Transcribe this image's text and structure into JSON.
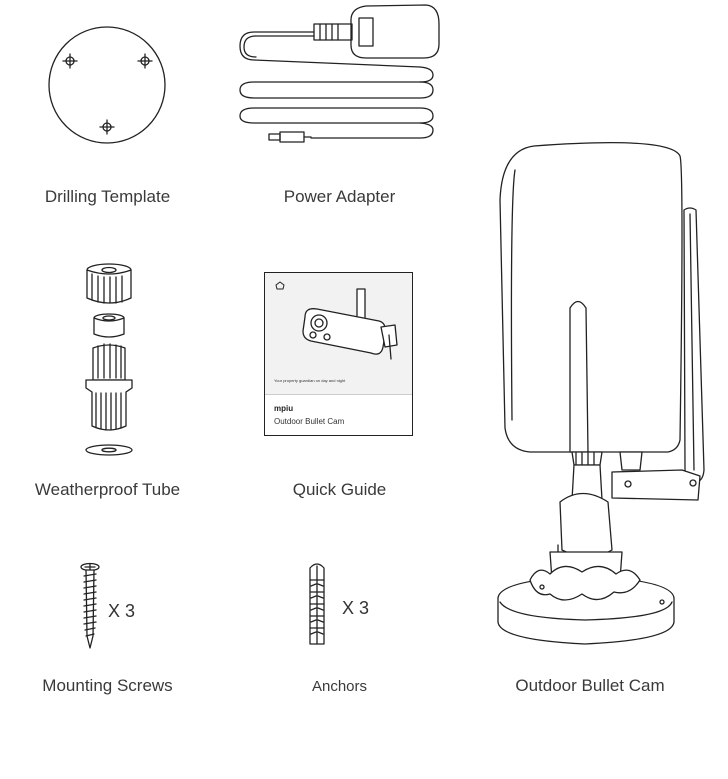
{
  "labels": {
    "drilling_template": "Drilling Template",
    "power_adapter": "Power Adapter",
    "weatherproof_tube": "Weatherproof Tube",
    "quick_guide": "Quick Guide",
    "mounting_screws": "Mounting Screws",
    "anchors": "Anchors",
    "outdoor_bullet_cam": "Outdoor Bullet Cam"
  },
  "quantities": {
    "screws": "X 3",
    "anchors": "X 3"
  },
  "quick_guide_cover": {
    "brand": "mpiu",
    "product": "Outdoor Bullet Cam",
    "tagline": "Your property guardian on day and night"
  }
}
